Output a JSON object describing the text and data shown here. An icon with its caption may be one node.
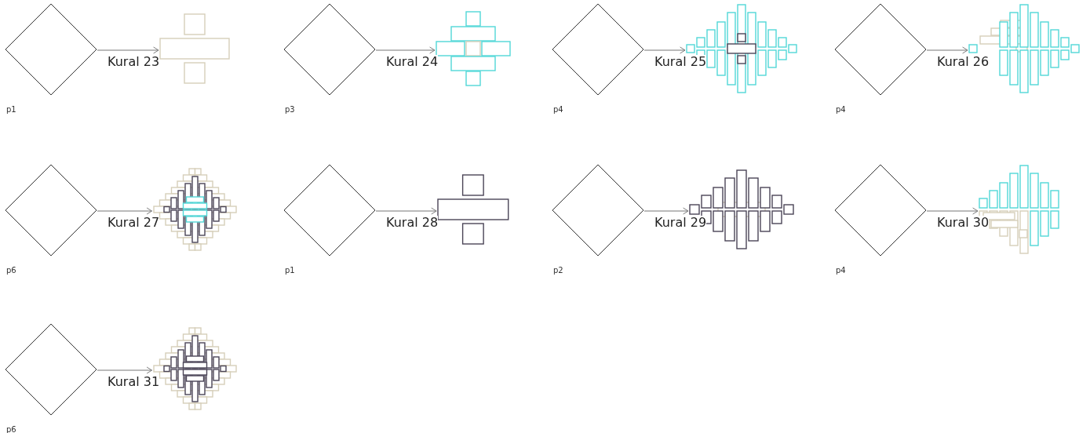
{
  "diagram": {
    "nodes": [
      {
        "text": [],
        "shape": "diamond",
        "beside": [
          "p1"
        ]
      },
      {
        "text": [],
        "shape": "picture"
      },
      {
        "text": [],
        "shape": "diamond",
        "beside": [
          "p3"
        ]
      },
      {
        "text": [],
        "shape": "picture"
      },
      {
        "text": [],
        "shape": "diamond",
        "beside": [
          "p4"
        ]
      },
      {
        "text": [],
        "shape": "picture"
      },
      {
        "text": [],
        "shape": "diamond",
        "beside": [
          "p4"
        ]
      },
      {
        "text": [],
        "shape": "picture"
      },
      {
        "text": [],
        "shape": "diamond",
        "beside": [
          "p6"
        ]
      },
      {
        "text": [],
        "shape": "picture"
      },
      {
        "text": [],
        "shape": "diamond",
        "beside": [
          "p1"
        ]
      },
      {
        "text": [],
        "shape": "picture"
      },
      {
        "text": [],
        "shape": "diamond",
        "beside": [
          "p2"
        ]
      },
      {
        "text": [],
        "shape": "picture"
      },
      {
        "text": [],
        "shape": "diamond",
        "beside": [
          "p4"
        ]
      },
      {
        "text": [],
        "shape": "picture"
      },
      {
        "text": [],
        "shape": "diamond",
        "beside": [
          "p6"
        ]
      },
      {
        "text": [],
        "shape": "picture"
      }
    ],
    "edges": [
      {
        "from": 0,
        "to": 1,
        "arrow": "to",
        "label": "Kural 23"
      },
      {
        "from": 2,
        "to": 3,
        "arrow": "to",
        "label": "Kural 24"
      },
      {
        "from": 4,
        "to": 5,
        "arrow": "to",
        "label": "Kural 25"
      },
      {
        "from": 6,
        "to": 7,
        "arrow": "to",
        "label": "Kural 26"
      },
      {
        "from": 8,
        "to": 9,
        "arrow": "to",
        "label": "Kural 27"
      },
      {
        "from": 10,
        "to": 11,
        "arrow": "to",
        "label": "Kural 28"
      },
      {
        "from": 12,
        "to": 13,
        "arrow": "to",
        "label": "Kural 29"
      },
      {
        "from": 14,
        "to": 15,
        "arrow": "to",
        "label": "Kural 30"
      },
      {
        "from": 16,
        "to": 17,
        "arrow": "to",
        "label": "Kural 31"
      }
    ]
  }
}
